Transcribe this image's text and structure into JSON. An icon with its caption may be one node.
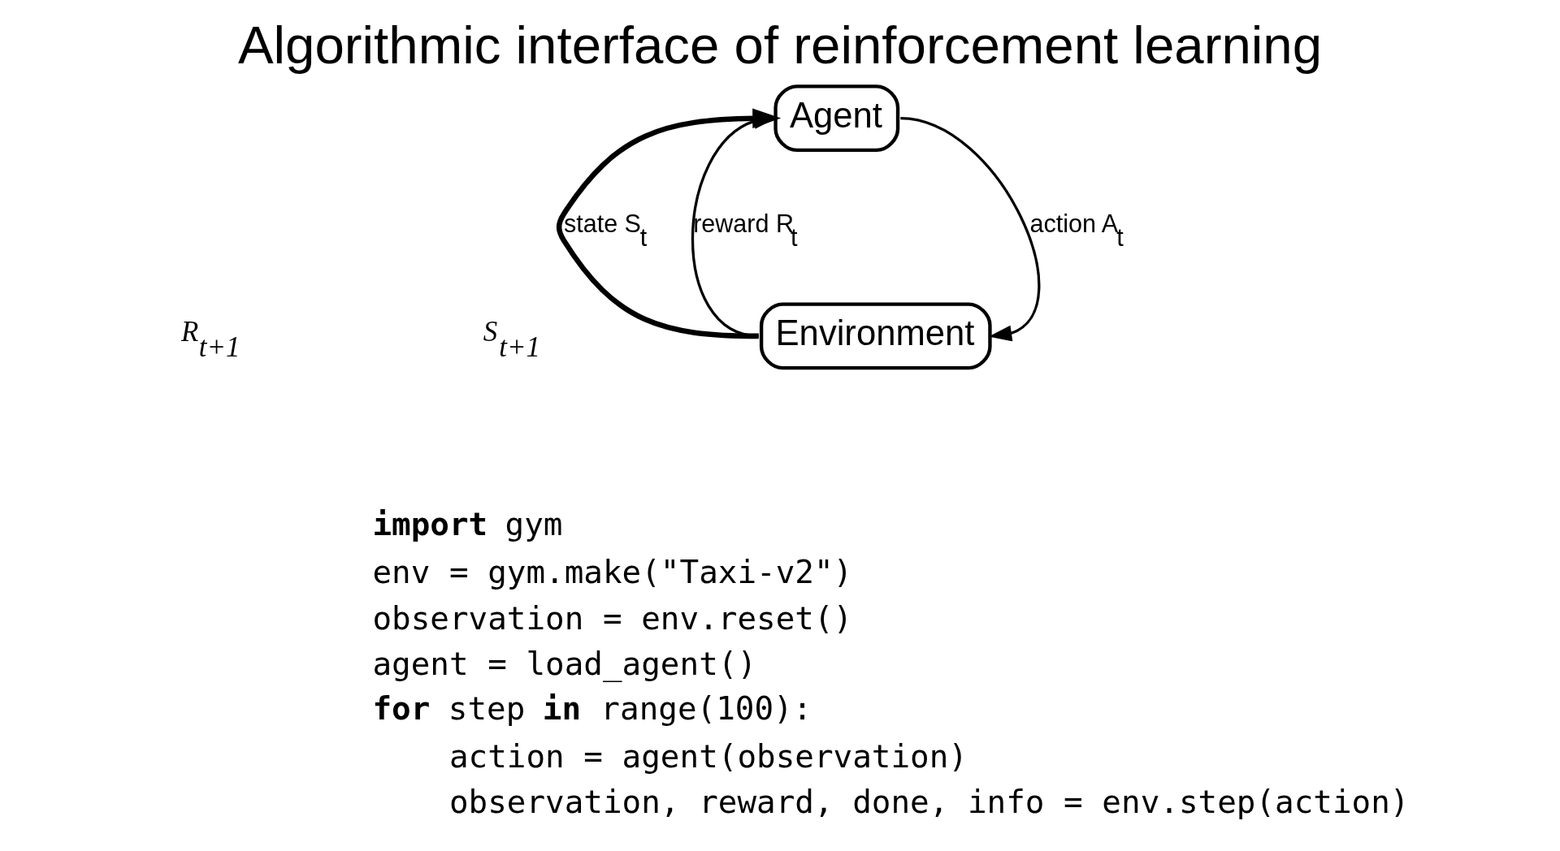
{
  "diagram": {
    "title": "Algorithmic interface of reinforcement learning",
    "nodes": [
      {
        "text": [
          "Agent"
        ]
      },
      {
        "text": [
          "Environment"
        ]
      }
    ],
    "edges": [
      {
        "from": 0,
        "to": 1,
        "arrow": "to",
        "label": "action A$_{t}$"
      },
      {
        "from": 1,
        "to": 0,
        "arrow": "to",
        "label": "state S$_{t}$",
        "style": "thick"
      },
      {
        "from": 1,
        "to": 0,
        "arrow": "to",
        "label": "reward R$_{t}$"
      }
    ],
    "labels": [
      "R$_{t+1}$",
      "S$_{t+1}$",
      "**import** gym",
      "env = gym.make(\"Taxi-v2\")",
      "observation = env.reset()",
      "agent = load_agent()",
      "**for** step **in** range(100):",
      "    action = agent(observation)",
      "    observation, reward, done, info = env.step(action)"
    ]
  }
}
